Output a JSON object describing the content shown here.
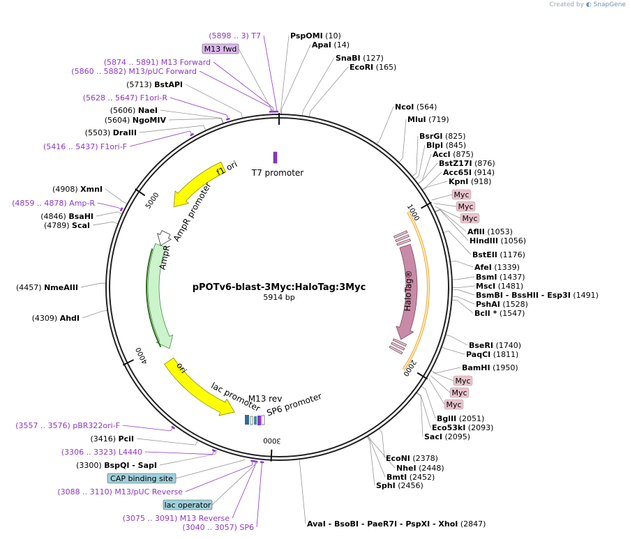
{
  "app": {
    "credit_prefix": "Created by",
    "credit_brand": "SnapGene"
  },
  "plasmid": {
    "name": "pPOTv6-blast-3Myc:HaloTag:3Myc",
    "size": "5914 bp",
    "total_bp": 5914
  },
  "colors": {
    "primer": "#8e36c9",
    "site": "#000000",
    "orf_yellow": "#ffff00",
    "amp_green": "#ccf4cc",
    "halotag": "#c88aa6",
    "myc_fill": "#e8c4cc",
    "feature_box": "#9ed0db",
    "primer_box": "#dcb8ec",
    "highlight_orange": "#f0a830"
  },
  "ticks": [
    {
      "bp": 0,
      "label": ""
    },
    {
      "bp": 1000,
      "label": "1000"
    },
    {
      "bp": 2000,
      "label": "2000"
    },
    {
      "bp": 3000,
      "label": "3000"
    },
    {
      "bp": 4000,
      "label": "4000"
    },
    {
      "bp": 5000,
      "label": "5000"
    }
  ],
  "features": [
    {
      "name": "T7 promoter",
      "start": 5898,
      "end": 5916,
      "kind": "promoter"
    },
    {
      "name": "f1 ori",
      "start": 5050,
      "end": 5505,
      "kind": "ori"
    },
    {
      "name": "AmpR promoter",
      "start": 4755,
      "end": 4860,
      "kind": "promoter"
    },
    {
      "name": "AmpR",
      "start": 3955,
      "end": 4755,
      "kind": "orf_green"
    },
    {
      "name": "ori",
      "start": 3280,
      "end": 3880,
      "kind": "ori"
    },
    {
      "name": "lac promoter",
      "start": 3085,
      "end": 3120,
      "kind": "promoter"
    },
    {
      "name": "M13 rev",
      "start": 3075,
      "end": 3091,
      "kind": "primer_mark"
    },
    {
      "name": "SP6 promoter",
      "start": 3040,
      "end": 3057,
      "kind": "promoter"
    },
    {
      "name": "HaloTag®",
      "start": 1180,
      "end": 1860,
      "kind": "orf_pink"
    }
  ],
  "right_labels": [
    {
      "name": "PspOMI",
      "pos": "(10)",
      "bp": 10
    },
    {
      "name": "ApaI",
      "pos": "(14)",
      "bp": 14
    },
    {
      "name": "SnaBI",
      "pos": "(127)",
      "bp": 127
    },
    {
      "name": "EcoRI",
      "pos": "(165)",
      "bp": 165
    },
    {
      "name": "NcoI",
      "pos": "(564)",
      "bp": 564
    },
    {
      "name": "MluI",
      "pos": "(719)",
      "bp": 719
    },
    {
      "name": "BsrGI",
      "pos": "(825)",
      "bp": 825
    },
    {
      "name": "BlpI",
      "pos": "(845)",
      "bp": 845
    },
    {
      "name": "AccI",
      "pos": "(875)",
      "bp": 875
    },
    {
      "name": "BstZ17I",
      "pos": "(876)",
      "bp": 876
    },
    {
      "name": "Acc65I",
      "pos": "(914)",
      "bp": 914
    },
    {
      "name": "KpnI",
      "pos": "(918)",
      "bp": 918
    },
    {
      "name": "AflII",
      "pos": "(1053)",
      "bp": 1053
    },
    {
      "name": "HindIII",
      "pos": "(1056)",
      "bp": 1056
    },
    {
      "name": "BstEII",
      "pos": "(1176)",
      "bp": 1176
    },
    {
      "name": "AfeI",
      "pos": "(1339)",
      "bp": 1339
    },
    {
      "name": "BsmI",
      "pos": "(1437)",
      "bp": 1437
    },
    {
      "name": "MscI",
      "pos": "(1481)",
      "bp": 1481
    },
    {
      "name": "BsmBI  -  BssHII  -  Esp3I",
      "pos": "(1491)",
      "bp": 1491
    },
    {
      "name": "PshAI",
      "pos": "(1528)",
      "bp": 1528
    },
    {
      "name": "BclI *",
      "pos": "(1547)",
      "bp": 1547
    },
    {
      "name": "BseRI",
      "pos": "(1740)",
      "bp": 1740
    },
    {
      "name": "PaqCI",
      "pos": "(1811)",
      "bp": 1811
    },
    {
      "name": "BamHI",
      "pos": "(1950)",
      "bp": 1950
    },
    {
      "name": "BglII",
      "pos": "(2051)",
      "bp": 2051
    },
    {
      "name": "Eco53kI",
      "pos": "(2093)",
      "bp": 2093
    },
    {
      "name": "SacI",
      "pos": "(2095)",
      "bp": 2095
    },
    {
      "name": "EcoNI",
      "pos": "(2378)",
      "bp": 2378
    },
    {
      "name": "NheI",
      "pos": "(2448)",
      "bp": 2448
    },
    {
      "name": "BmtI",
      "pos": "(2452)",
      "bp": 2452
    },
    {
      "name": "SphI",
      "pos": "(2456)",
      "bp": 2456
    },
    {
      "name": "AvaI  -  BsoBI  -  PaeR7I  -  PspXI  -  XhoI",
      "pos": "(2847)",
      "bp": 2847
    }
  ],
  "myc_boxes": [
    {
      "label": "Myc",
      "bp": 990
    },
    {
      "label": "Myc",
      "bp": 1010
    },
    {
      "label": "Myc",
      "bp": 1030
    },
    {
      "label": "Myc",
      "bp": 1955
    },
    {
      "label": "Myc",
      "bp": 1975
    },
    {
      "label": "Myc",
      "bp": 1995
    }
  ],
  "left_sites": [
    {
      "pos": "(5713)",
      "name": "BstAPI",
      "bp": 5713
    },
    {
      "pos": "(5606)",
      "name": "NaeI",
      "bp": 5606
    },
    {
      "pos": "(5604)",
      "name": "NgoMIV",
      "bp": 5604
    },
    {
      "pos": "(5503)",
      "name": "DraIII",
      "bp": 5503
    },
    {
      "pos": "(4908)",
      "name": "XmnI",
      "bp": 4908
    },
    {
      "pos": "(4846)",
      "name": "BsaHI",
      "bp": 4846
    },
    {
      "pos": "(4789)",
      "name": "ScaI",
      "bp": 4789
    },
    {
      "pos": "(4457)",
      "name": "NmeAIII",
      "bp": 4457
    },
    {
      "pos": "(4309)",
      "name": "AhdI",
      "bp": 4309
    },
    {
      "pos": "(3416)",
      "name": "PciI",
      "bp": 3416
    },
    {
      "pos": "(3300)",
      "name": "BspQI  -  SapI",
      "bp": 3300
    }
  ],
  "left_primers": [
    {
      "text": "(5898 .. 3)  T7",
      "bp": 5900
    },
    {
      "text": "(5874 .. 5891)  M13 Forward",
      "bp": 5882
    },
    {
      "text": "(5860 .. 5882)  M13/pUC Forward",
      "bp": 5871
    },
    {
      "text": "(5628 .. 5647)  F1ori-R",
      "bp": 5637
    },
    {
      "text": "(5416 .. 5437)  F1ori-F",
      "bp": 5426
    },
    {
      "text": "(4859 .. 4878)  Amp-R",
      "bp": 4868
    },
    {
      "text": "(3557 .. 3576)  pBR322ori-F",
      "bp": 3566
    },
    {
      "text": "(3306 .. 3323)  L4440",
      "bp": 3314
    },
    {
      "text": "(3088 .. 3110)  M13/pUC Reverse",
      "bp": 3099
    },
    {
      "text": "(3075 .. 3091)  M13 Reverse",
      "bp": 3083
    },
    {
      "text": "(3040 .. 3057)  SP6",
      "bp": 3048
    }
  ],
  "boxed_labels": [
    {
      "text": "M13 fwd",
      "kind": "primer_box",
      "bp": 5880
    },
    {
      "text": "CAP binding site",
      "kind": "feature_box",
      "bp": 3140
    },
    {
      "text": "lac operator",
      "kind": "feature_box",
      "bp": 3070
    }
  ]
}
